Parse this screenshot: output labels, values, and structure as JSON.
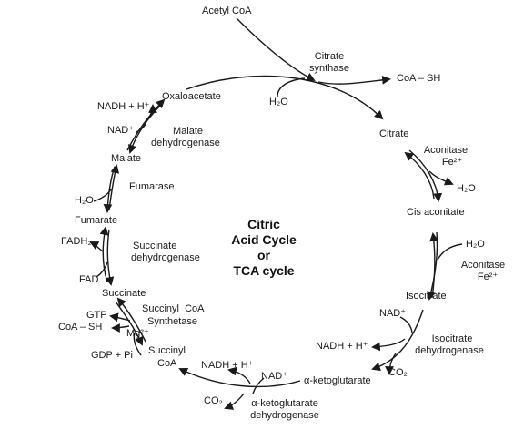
{
  "diagram": {
    "center_title": [
      "Citric",
      "Acid Cycle",
      "or",
      "TCA cycle"
    ],
    "metabolites": {
      "acetyl_coa": "Acetyl CoA",
      "oxaloacetate": "Oxaloacetate",
      "citrate": "Citrate",
      "cis_aconitate": "Cis aconitate",
      "isocitrate": "Isocitrate",
      "alpha_ketoglutarate": "α-ketoglutarate",
      "succinyl_coa": [
        "Succinyl",
        "CoA"
      ],
      "succinate": "Succinate",
      "fumarate": "Fumarate",
      "malate": "Malate"
    },
    "enzymes": {
      "citrate_synthase": [
        "Citrate",
        "synthase"
      ],
      "aconitase_1": [
        "Aconitase",
        "Fe²⁺"
      ],
      "aconitase_2": [
        "Aconitase",
        "Fe²⁺"
      ],
      "isocitrate_dehydrogenase": [
        "Isocitrate",
        "dehydrogenase"
      ],
      "akg_dehydrogenase": [
        "α-ketoglutarate",
        "dehydrogenase"
      ],
      "succinyl_coa_synthetase": [
        "Succinyl  CoA",
        "Synthetase"
      ],
      "succinate_dehydrogenase": [
        "Succinate",
        "dehydrogenase"
      ],
      "fumarase": "Fumarase",
      "malate_dehydrogenase": [
        "Malate",
        "dehydrogenase"
      ]
    },
    "cofactors": {
      "coa_sh_top": "CoA – SH",
      "h2o_citrate": "H₂O",
      "h2o_aconitase_out": "H₂O",
      "h2o_aconitase_in": "H₂O",
      "nad_isocitrate": "NAD⁺",
      "nadh_isocitrate": "NADH + H⁺",
      "co2_isocitrate": "CO₂",
      "nad_akg": "NAD⁺",
      "nadh_akg": "NADH + H⁺",
      "co2_akg": "CO₂",
      "gtp": "GTP",
      "coa_sh_left": "CoA – SH",
      "mg": "Mg²⁺",
      "gdp_pi": "GDP + Pi",
      "fadh2": "FADH₂",
      "fad": "FAD",
      "h2o_fumarase": "H₂O",
      "nad_malate": "NAD⁺",
      "nadh_malate": "NADH + H⁺"
    }
  }
}
